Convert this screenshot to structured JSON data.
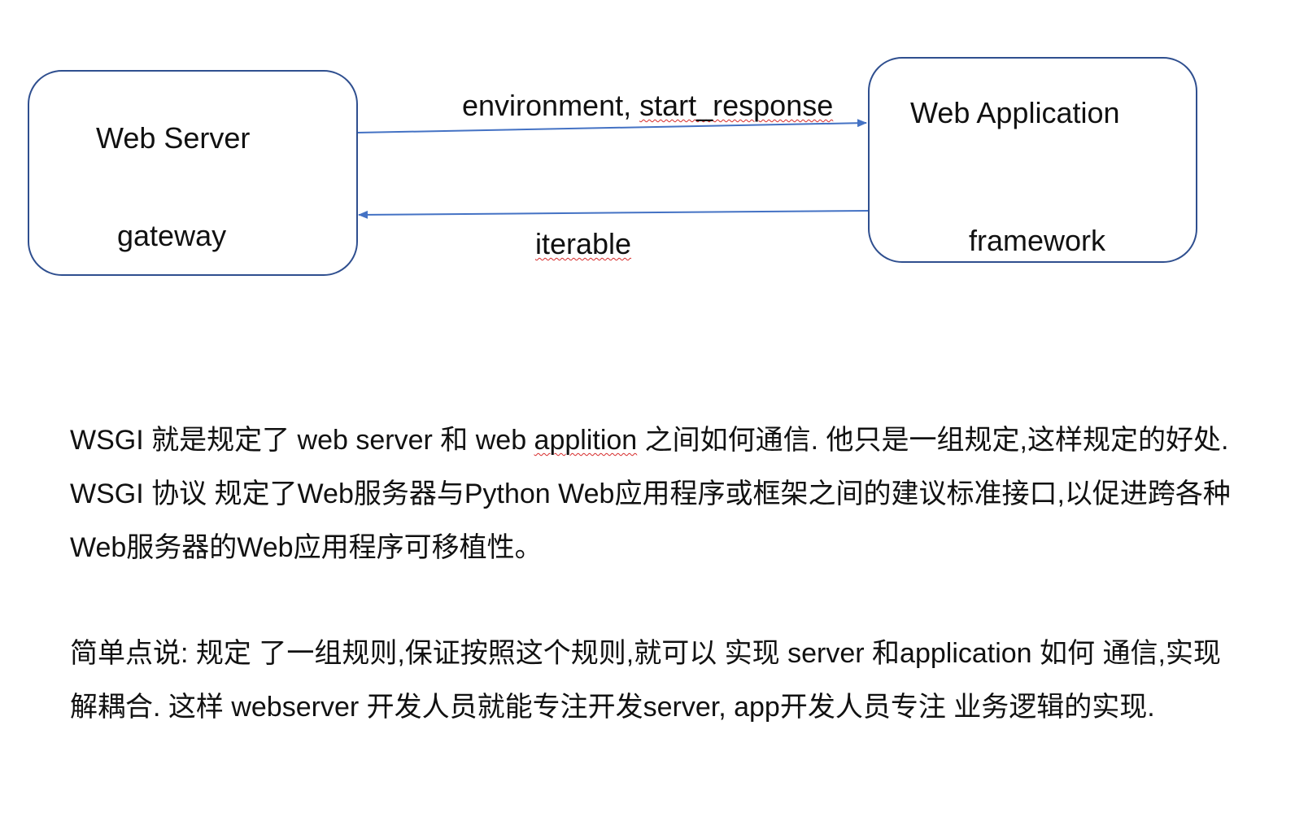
{
  "diagram": {
    "server_box": {
      "title": "Web Server",
      "subtitle": "gateway"
    },
    "app_box": {
      "title": "Web Application",
      "subtitle": "framework"
    },
    "request_arrow": {
      "label_prefix": "environment, ",
      "label_underlined": "start_response"
    },
    "response_arrow": {
      "label": "iterable"
    },
    "colors": {
      "box_border": "#2f4f8f",
      "arrow": "#4472c4",
      "spellcheck_underline": "#d62a2a"
    }
  },
  "paragraphs": {
    "p1_before": "WSGI 就是规定了 web server   和 web ",
    "p1_underlined": "applition",
    "p1_after": " 之间如何通信. 他只是一组规定,这样规定的好处. WSGI 协议 规定了Web服务器与Python Web应用程序或框架之间的建议标准接口,以促进跨各种Web服务器的Web应用程序可移植性。",
    "p2": "简单点说:   规定 了一组规则,保证按照这个规则,就可以 实现 server 和application  如何 通信,实现解耦合. 这样 webserver 开发人员就能专注开发server, app开发人员专注 业务逻辑的实现."
  }
}
